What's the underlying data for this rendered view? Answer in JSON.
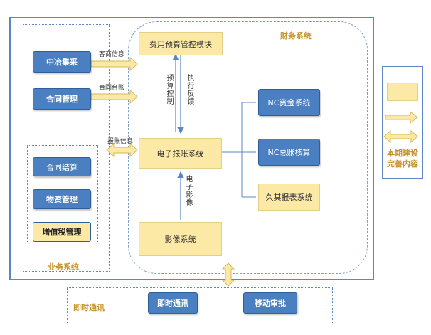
{
  "finance_system": {
    "title": "财务系统",
    "budget_module": "费用预算管控模块",
    "reimbursement": "电子报账系统",
    "imaging": "影像系统",
    "nc_fund": "NC资金系统",
    "nc_ledger": "NC总账核算",
    "report": "久其报表系统"
  },
  "business_system": {
    "title": "业务系统",
    "procurement": "中冶集采",
    "contract_mgmt": "合同管理",
    "contract_settlement": "合同结算",
    "material_mgmt": "物资管理",
    "vat_mgmt": "增值税管理"
  },
  "links": {
    "merchant_info": "客商信息",
    "contract_ledger": "合同台账",
    "reimbursement_info": "报账信息",
    "budget_control": "预算控制",
    "execution_feedback": "执行反馈",
    "electronic_image": "电子影像"
  },
  "im": {
    "title": "即时通讯",
    "instant_msg": "即时通讯",
    "mobile_approval": "移动审批"
  },
  "legend": {
    "text": "本期建设完善内容"
  },
  "colors": {
    "blue_box": "#4a7fc1",
    "yellow_box": "#fce9a6",
    "frame_blue": "#5b87c2",
    "gold_text": "#c6932b"
  }
}
